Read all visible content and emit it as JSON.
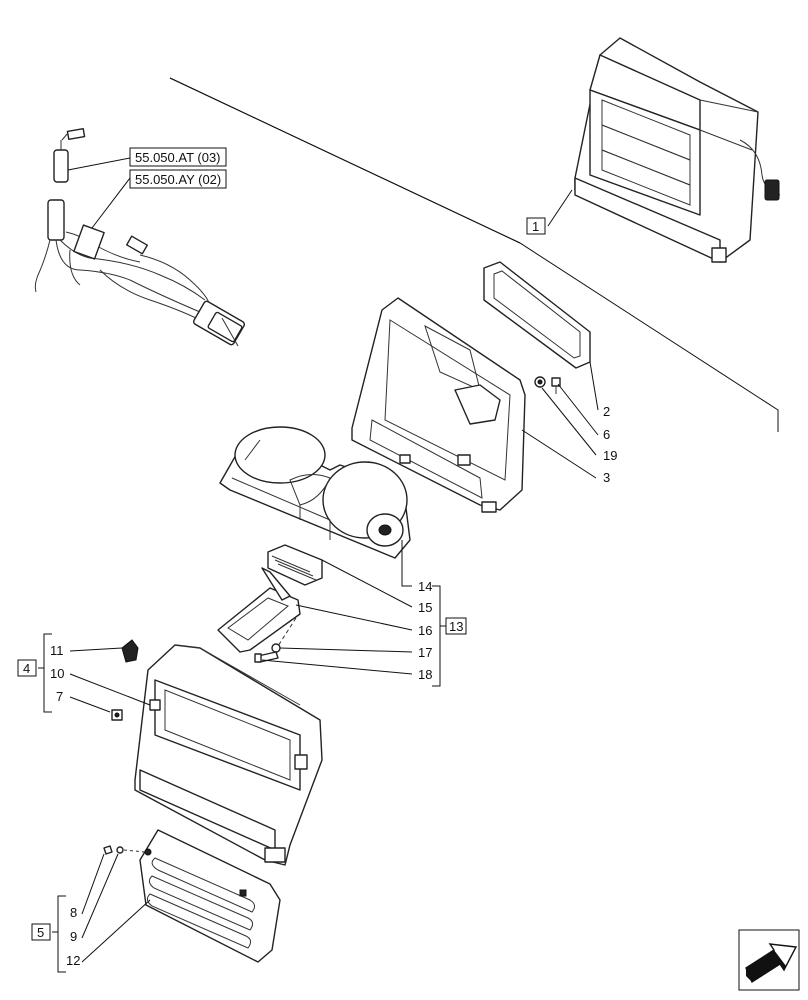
{
  "references": {
    "ref1": "55.050.AT (03)",
    "ref2": "55.050.AY (02)"
  },
  "callouts": {
    "c1": "1",
    "c2": "2",
    "c3": "3",
    "c4": "4",
    "c5": "5",
    "c6": "6",
    "c7": "7",
    "c8": "8",
    "c9": "9",
    "c10": "10",
    "c11": "11",
    "c12": "12",
    "c13": "13",
    "c14": "14",
    "c15": "15",
    "c16": "16",
    "c17": "17",
    "c18": "18",
    "c19": "19"
  },
  "icons": {
    "nav": "next-page-arrow-icon"
  }
}
